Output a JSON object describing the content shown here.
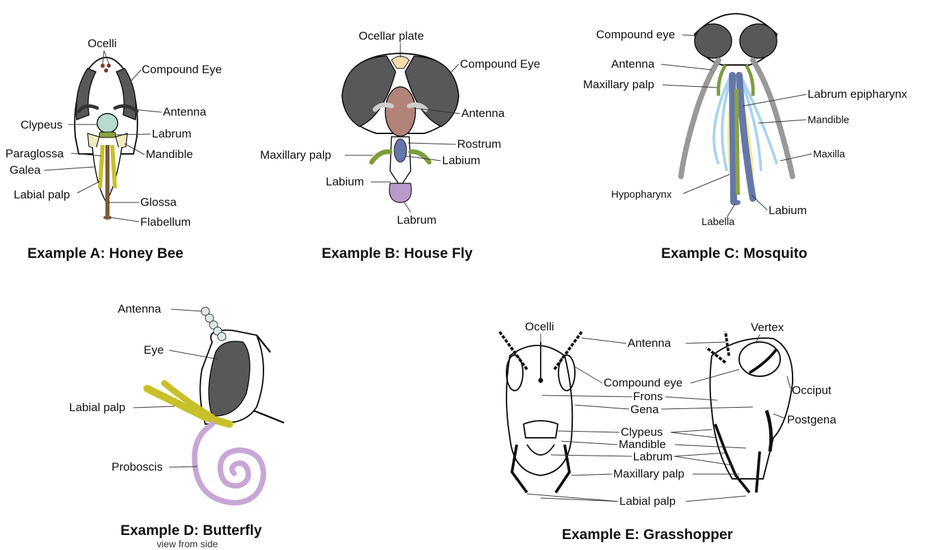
{
  "colors": {
    "eye": "#58585a",
    "clypeus": "#b6dccf",
    "mandible": "#f1ebc0",
    "palp_yellow": "#c8c02a",
    "glossa": "#7a5a3a",
    "rostrum": "#b28377",
    "labium_purple": "#b99acb",
    "maxillary_green": "#7b9e3c",
    "blue_light": "#a9d3ee",
    "blue_dark": "#6577a8",
    "green_stylet": "#8aa33f",
    "ocellar": "#f6dcac",
    "proboscis": "#c8a6d6"
  },
  "example_a": {
    "caption": "Example A: Honey Bee",
    "labels": {
      "ocelli": "Ocelli",
      "compound_eye": "Compound Eye",
      "antenna": "Antenna",
      "clypeus": "Clypeus",
      "labrum": "Labrum",
      "paraglossa": "Paraglossa",
      "mandible": "Mandible",
      "galea": "Galea",
      "labial_palp": "Labial palp",
      "glossa": "Glossa",
      "flabellum": "Flabellum"
    }
  },
  "example_b": {
    "caption": "Example B: House Fly",
    "labels": {
      "ocellar_plate": "Ocellar plate",
      "compound_eye": "Compound Eye",
      "antenna": "Antenna",
      "rostrum": "Rostrum",
      "maxillary_palp": "Maxillary palp",
      "labium_right": "Labium",
      "labium_left": "Labium",
      "labrum": "Labrum"
    }
  },
  "example_c": {
    "caption": "Example C: Mosquito",
    "labels": {
      "compound_eye": "Compound eye",
      "antenna": "Antenna",
      "maxillary_palp": "Maxillary palp",
      "labrum_epipharynx": "Labrum epipharynx",
      "mandible": "Mandible",
      "maxilla": "Maxilla",
      "hypopharynx": "Hypopharynx",
      "labium": "Labium",
      "labella": "Labella"
    }
  },
  "example_d": {
    "caption": "Example D: Butterfly",
    "subcaption": "view from side",
    "labels": {
      "antenna": "Antenna",
      "eye": "Eye",
      "labial_palp": "Labial palp",
      "proboscis": "Proboscis"
    }
  },
  "example_e": {
    "caption": "Example E: Grasshopper",
    "labels": {
      "ocelli": "Ocelli",
      "antenna": "Antenna",
      "vertex": "Vertex",
      "compound_eye": "Compound eye",
      "occiput": "Occiput",
      "frons": "Frons",
      "gena": "Gena",
      "postgena": "Postgena",
      "clypeus": "Clypeus",
      "mandible": "Mandible",
      "labrum": "Labrum",
      "maxillary_palp": "Maxillary palp",
      "labial_palp": "Labial palp"
    }
  }
}
